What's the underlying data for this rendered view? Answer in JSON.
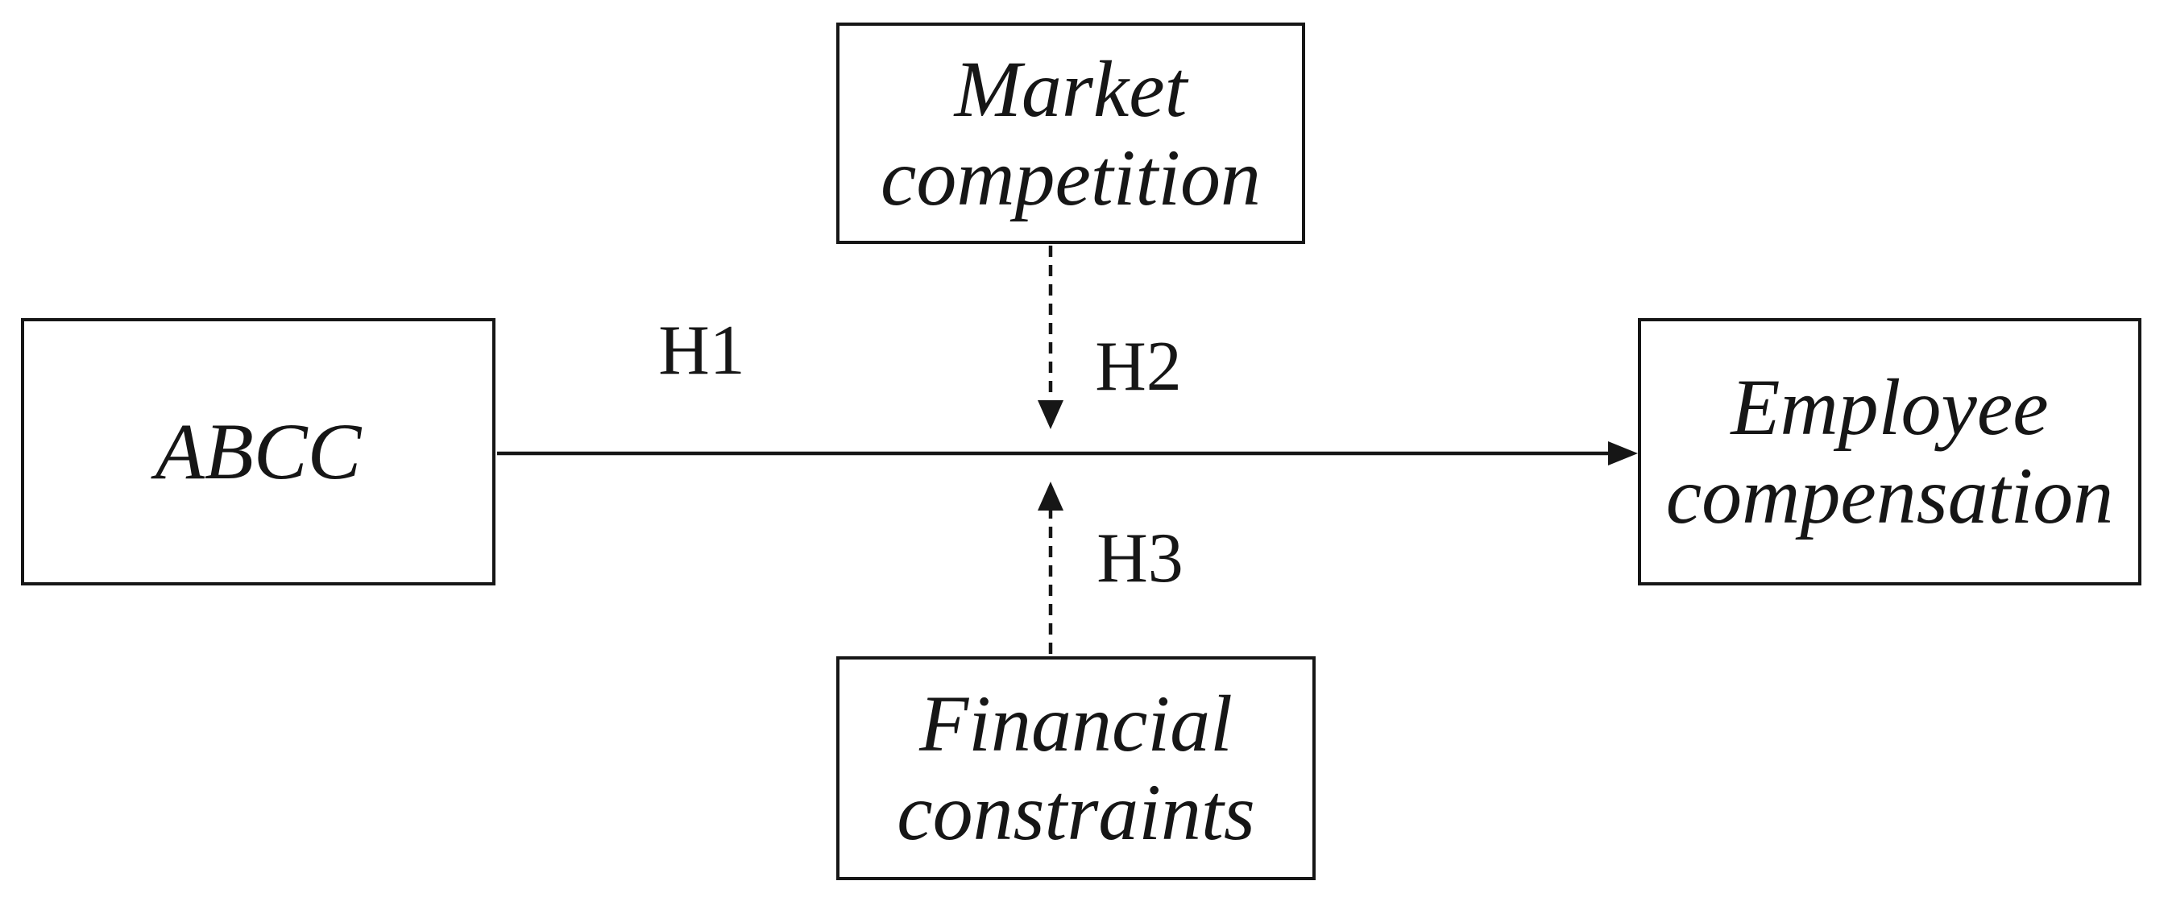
{
  "figure": {
    "type": "research-model-diagram",
    "background_color": "#ffffff",
    "ink_color": "#161616",
    "nodes": {
      "abcc": {
        "label": "ABCC"
      },
      "market_competition": {
        "label": "Market competition"
      },
      "financial_constraints": {
        "label": "Financial constraints"
      },
      "employee_compensation": {
        "label": "Employee compensation"
      }
    },
    "edges": {
      "h1": {
        "label": "H1",
        "line_style": "solid",
        "from": "ABCC",
        "to": "Employee compensation"
      },
      "h2": {
        "label": "H2",
        "line_style": "dashed",
        "from": "Market competition",
        "to": "H1 arrow"
      },
      "h3": {
        "label": "H3",
        "line_style": "dashed",
        "from": "Financial constraints",
        "to": "H1 arrow"
      }
    }
  }
}
